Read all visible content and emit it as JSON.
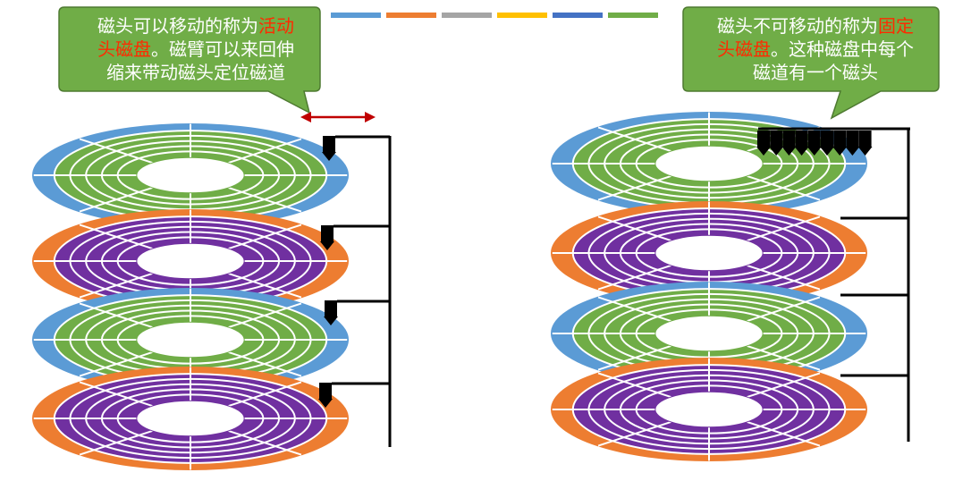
{
  "colors": {
    "blue": "#5b9bd5",
    "orange": "#ed7d31",
    "gray": "#a5a5a5",
    "yellow": "#ffc000",
    "darkblue": "#4472c4",
    "green": "#70ad47",
    "purple": "#7030a0",
    "callout_fill": "#70ad47",
    "callout_border": "#4e7a31",
    "highlight": "#ff2a00",
    "arrow_red": "#c00000",
    "head": "#000000"
  },
  "palette_bar": [
    "blue",
    "orange",
    "gray",
    "yellow",
    "darkblue",
    "green"
  ],
  "left_callout": {
    "line1_a": "磁头可以移动的称为",
    "line1_hl": "活动",
    "line2_hl": "头磁盘",
    "line2_b": "。磁臂可以来回伸",
    "line3": "缩来带动磁头定位磁道"
  },
  "right_callout": {
    "line1_a": "磁头不可移动的称为",
    "line1_hl": "固定",
    "line2_hl": "头磁盘",
    "line2_b": "。这种磁盘中每个",
    "line3": "磁道有一个磁头"
  },
  "left_stack": {
    "platters": [
      "blue-green",
      "orange-purple",
      "blue-green",
      "orange-purple"
    ],
    "heads_per_platter": 1,
    "arm_movable": true
  },
  "right_stack": {
    "platters": [
      "blue-green",
      "orange-purple",
      "blue-green",
      "orange-purple"
    ],
    "heads_per_track": 9,
    "arm_movable": false
  }
}
